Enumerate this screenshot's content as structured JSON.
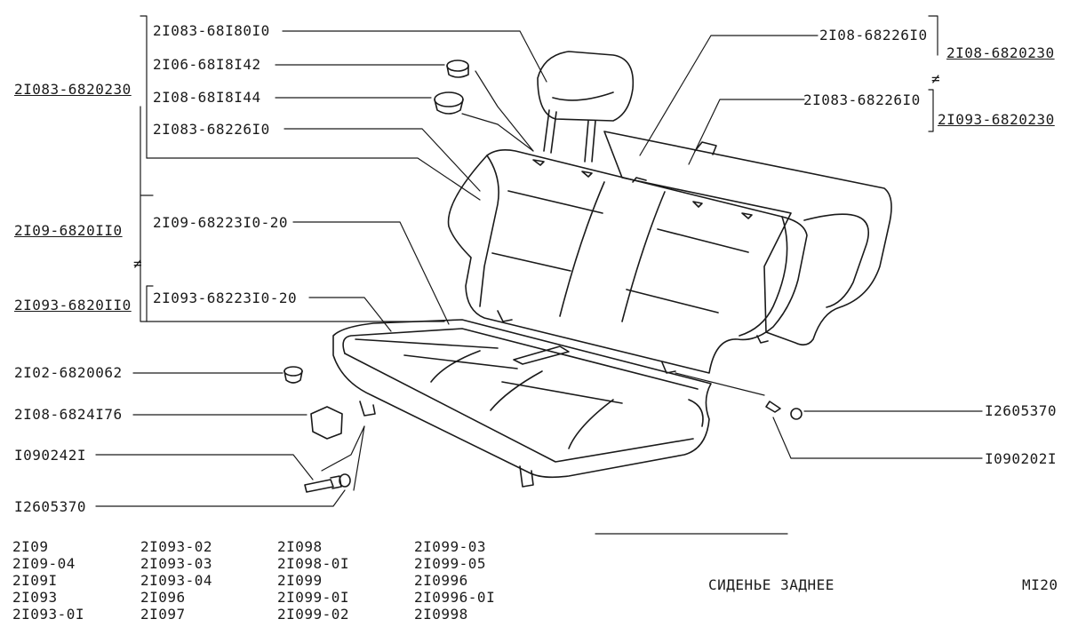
{
  "callouts": {
    "headrest": "2I083-68I80I0",
    "grommet_a": "2I06-68I8I42",
    "grommet_b": "2I08-68I8I44",
    "back_left_cover": "2I083-68226I0",
    "back_assembly_group": "2I083-6820230",
    "back_right_cover_a": "2I08-68226I0",
    "back_right_cover_b": "2I083-68226I0",
    "back_right_group_a": "2I08-6820230",
    "back_right_group_b": "2I093-6820230",
    "cushion_cover_a": "2I09-68223I0-20",
    "cushion_cover_b": "2I093-68223I0-20",
    "cushion_group_a": "2I09-6820II0",
    "cushion_group_b": "2I093-6820II0",
    "bumper": "2I02-6820062",
    "bracket": "2I08-6824I76",
    "bolt_left": "I090242I",
    "washer_left": "I2605370",
    "washer_right": "I2605370",
    "bolt_right": "I090202I",
    "not_equal_a": "≠",
    "not_equal_b": "≠"
  },
  "models": {
    "col1": [
      "2I09",
      "2I09-04",
      "2I09I",
      "2I093",
      "2I093-0I"
    ],
    "col2": [
      "2I093-02",
      "2I093-03",
      "2I093-04",
      "2I096",
      "2I097"
    ],
    "col3": [
      "2I098",
      "2I098-0I",
      "2I099",
      "2I099-0I",
      "2I099-02"
    ],
    "col4": [
      "2I099-03",
      "2I099-05",
      "2I0996",
      "2I0996-0I",
      "2I0998"
    ]
  },
  "title": "СИДЕНЬЕ ЗАДНЕЕ",
  "page_code": "MI20",
  "colors": {
    "ink": "#1a1a1a",
    "paper": "#ffffff"
  }
}
